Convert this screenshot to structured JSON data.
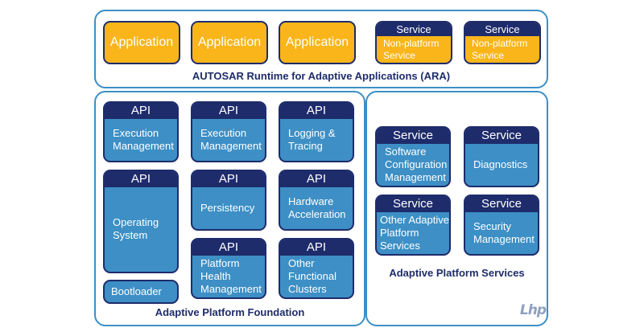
{
  "ara": {
    "label": "AUTOSAR Runtime for Adaptive Applications (ARA)",
    "applications": [
      "Application",
      "Application",
      "Application"
    ],
    "services": [
      {
        "header": "Service",
        "lines": [
          "Non-platform",
          "Service"
        ]
      },
      {
        "header": "Service",
        "lines": [
          "Non-platform",
          "Service"
        ]
      }
    ]
  },
  "foundation": {
    "label": "Adaptive Platform Foundation",
    "execution_mgmt": {
      "header": "API",
      "lines": [
        "Execution",
        "Management"
      ]
    },
    "execution_mgmt_2": {
      "header": "API",
      "lines": [
        "Execution",
        "Management"
      ]
    },
    "logging": {
      "header": "API",
      "lines": [
        "Logging &",
        "Tracing"
      ]
    },
    "operating_system": {
      "header": "API",
      "lines": [
        "Operating",
        "System"
      ]
    },
    "persistency": {
      "header": "API",
      "lines": [
        "Persistency"
      ]
    },
    "hardware_accel": {
      "header": "API",
      "lines": [
        "Hardware",
        "Acceleration"
      ]
    },
    "platform_health": {
      "header": "API",
      "lines": [
        "Platform",
        "Health",
        "Management"
      ]
    },
    "other_clusters": {
      "header": "API",
      "lines": [
        "Other",
        "Functional",
        "Clusters"
      ]
    },
    "bootloader": {
      "lines": [
        "Bootloader"
      ]
    }
  },
  "services": {
    "label": "Adaptive Platform Services",
    "software_config": {
      "header": "Service",
      "lines": [
        "Software",
        "Configuration",
        "Management"
      ]
    },
    "diagnostics": {
      "header": "Service",
      "lines": [
        "Diagnostics"
      ]
    },
    "other_services": {
      "header": "Service",
      "lines": [
        "Other Adaptive",
        "Platform",
        "Services"
      ]
    },
    "security": {
      "header": "Service",
      "lines": [
        "Security",
        "Management"
      ]
    }
  },
  "logo": {
    "text": "Lhp"
  },
  "colors": {
    "navy": "#1e2c6b",
    "blue": "#3d8fc5",
    "orange": "#f9b51a",
    "frame_border": "#3d8fc5"
  }
}
